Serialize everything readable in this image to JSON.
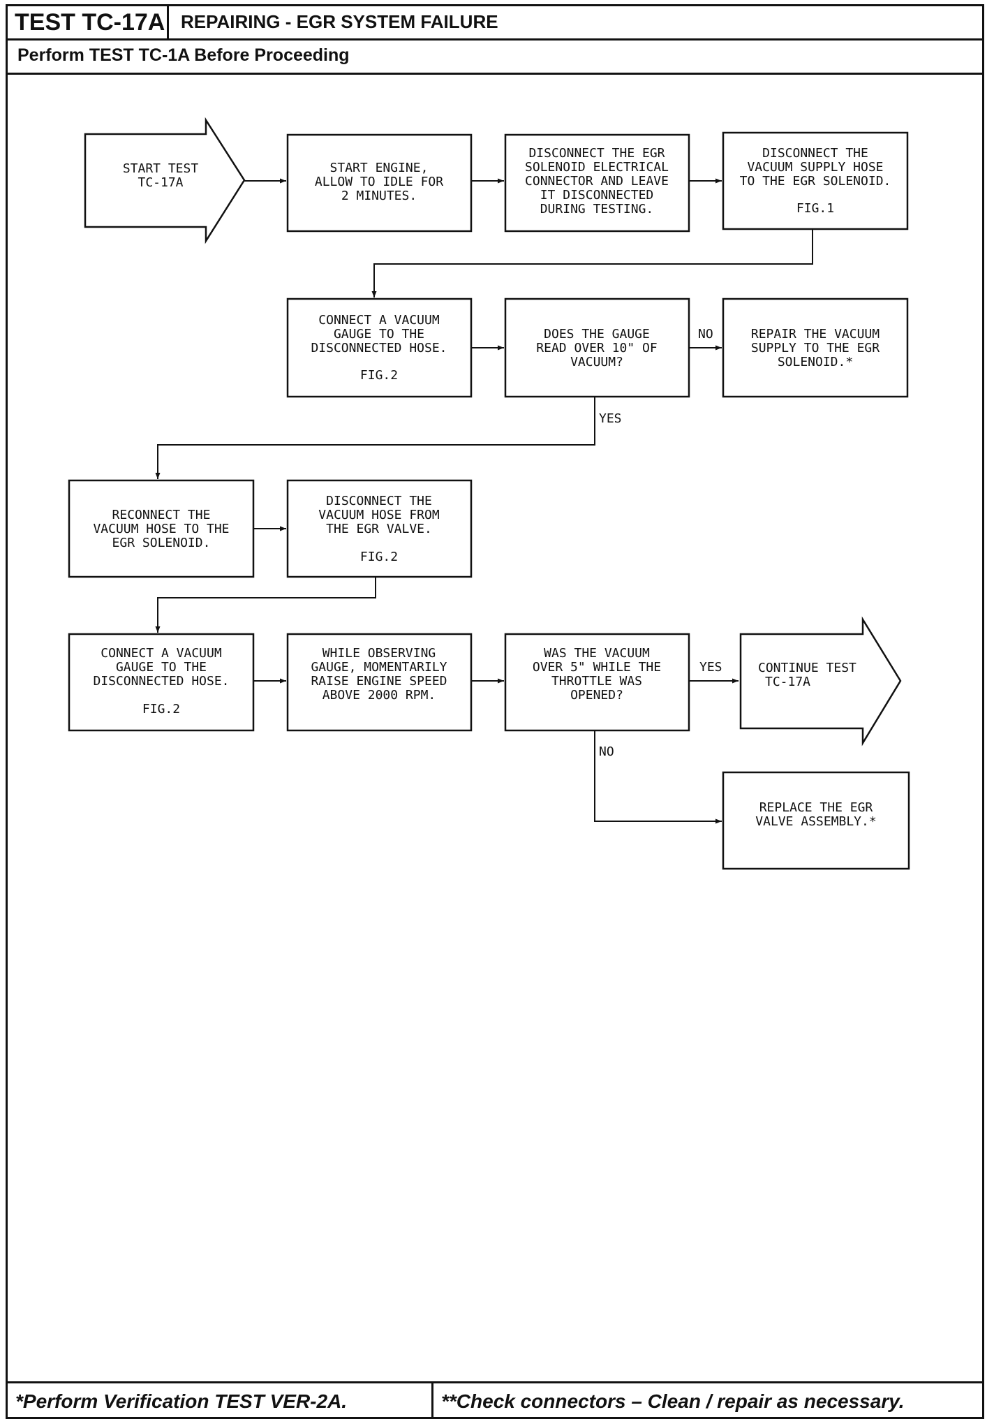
{
  "header": {
    "test_id": "TEST TC-17A",
    "title": "REPAIRING - EGR SYSTEM FAILURE",
    "subtitle": "Perform TEST TC-1A Before Proceeding"
  },
  "flow": {
    "start": [
      "START TEST",
      "TC-17A"
    ],
    "start_engine": [
      "START ENGINE,",
      "ALLOW TO IDLE FOR",
      "2 MINUTES."
    ],
    "disconnect_solenoid": [
      "DISCONNECT THE EGR",
      "SOLENOID ELECTRICAL",
      "CONNECTOR AND LEAVE",
      "IT DISCONNECTED",
      "DURING TESTING."
    ],
    "disconnect_supply": [
      "DISCONNECT THE",
      "VACUUM SUPPLY HOSE",
      "TO THE EGR SOLENOID."
    ],
    "disconnect_supply_fig": "FIG.1",
    "connect_gauge_1": [
      "CONNECT A VACUUM",
      "GAUGE TO THE",
      "DISCONNECTED HOSE."
    ],
    "connect_gauge_1_fig": "FIG.2",
    "gauge_question": [
      "DOES THE GAUGE",
      "READ OVER 10\" OF",
      "VACUUM?"
    ],
    "repair_supply": [
      "REPAIR THE VACUUM",
      "SUPPLY TO THE EGR",
      "SOLENOID.*"
    ],
    "reconnect": [
      "RECONNECT THE",
      "VACUUM HOSE TO THE",
      "EGR SOLENOID."
    ],
    "disconnect_valve": [
      "DISCONNECT THE",
      "VACUUM HOSE FROM",
      "THE EGR VALVE."
    ],
    "disconnect_valve_fig": "FIG.2",
    "connect_gauge_2": [
      "CONNECT A VACUUM",
      "GAUGE TO THE",
      "DISCONNECTED HOSE."
    ],
    "connect_gauge_2_fig": "FIG.2",
    "observe": [
      "WHILE OBSERVING",
      "GAUGE, MOMENTARILY",
      "RAISE ENGINE SPEED",
      "ABOVE 2000 RPM."
    ],
    "throttle_question": [
      "WAS THE VACUUM",
      "OVER 5\" WHILE THE",
      "THROTTLE WAS",
      "OPENED?"
    ],
    "continue": [
      "CONTINUE TEST",
      "TC-17A"
    ],
    "replace_valve": [
      "REPLACE THE EGR",
      "VALVE ASSEMBLY.*"
    ],
    "no_1": "NO",
    "yes_1": "YES",
    "yes_2": "YES",
    "no_2": "NO"
  },
  "footer": {
    "left": "*Perform Verification TEST VER-2A.",
    "right": "**Check connectors – Clean / repair as necessary."
  }
}
